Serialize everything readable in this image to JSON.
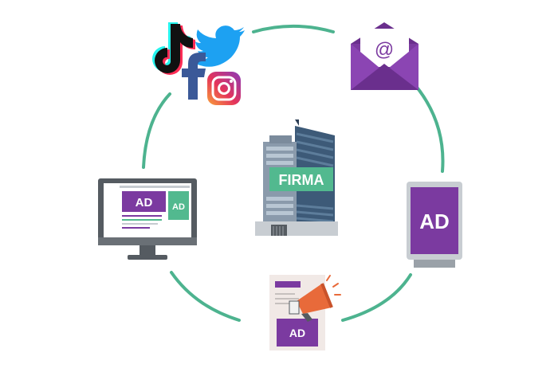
{
  "center": {
    "label": "FIRMA"
  },
  "channels": {
    "email": {
      "symbol": "@"
    },
    "monitor": {
      "ad_primary": "AD",
      "ad_secondary": "AD"
    },
    "billboard": {
      "ad": "AD"
    },
    "flyer": {
      "ad": "AD"
    },
    "social": {
      "platforms": [
        "TikTok",
        "Twitter",
        "Facebook",
        "Instagram"
      ]
    }
  },
  "colors": {
    "ring": "#4db38f",
    "purple": "#7b3aa0",
    "green": "#52b98f",
    "navy": "#34495e",
    "orange": "#e86a3a"
  },
  "icons": [
    "tiktok-icon",
    "twitter-icon",
    "facebook-icon",
    "instagram-icon",
    "envelope-icon",
    "monitor-icon",
    "billboard-icon",
    "flyer-icon",
    "megaphone-icon",
    "office-building-icon"
  ]
}
